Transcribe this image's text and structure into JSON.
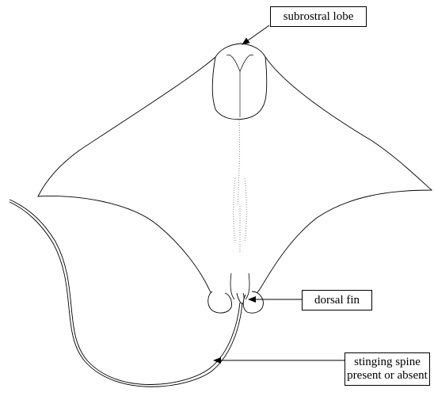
{
  "labels": {
    "subrostral": "subrostral lobe",
    "dorsal": "dorsal fin",
    "spine_line1": "stinging spine",
    "spine_line2": "present or absent"
  },
  "colors": {
    "ink": "#000000",
    "dotted": "#666666",
    "background": "#ffffff"
  }
}
